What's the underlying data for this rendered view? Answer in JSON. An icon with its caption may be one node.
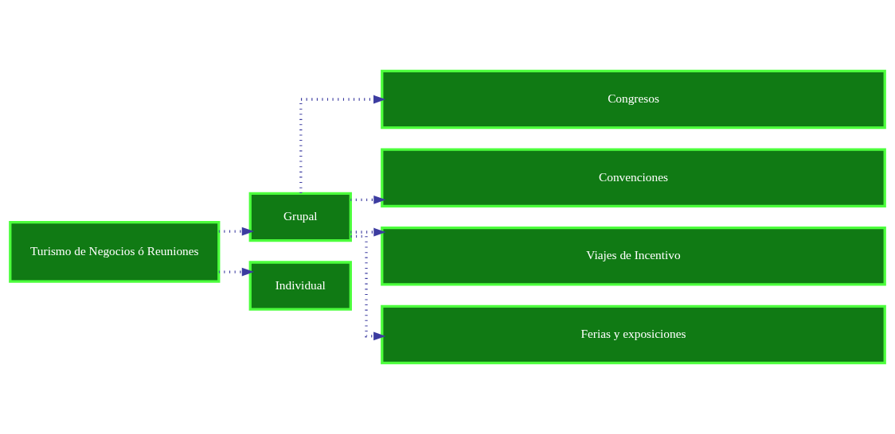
{
  "diagram": {
    "nodes": [
      {
        "text": [
          "Turismo de Negocios ó Reuniones"
        ]
      },
      {
        "text": [
          "Grupal"
        ]
      },
      {
        "text": [
          "Individual"
        ]
      },
      {
        "text": [
          "Congresos"
        ]
      },
      {
        "text": [
          "Convenciones"
        ]
      },
      {
        "text": [
          "Viajes de Incentivo"
        ]
      },
      {
        "text": [
          "Ferias y exposiciones"
        ]
      }
    ],
    "edges": [
      {
        "from": 0,
        "to": 1,
        "arrow": "to"
      },
      {
        "from": 0,
        "to": 2,
        "arrow": "to"
      },
      {
        "from": 1,
        "to": 3,
        "arrow": "to"
      },
      {
        "from": 1,
        "to": 4,
        "arrow": "to"
      },
      {
        "from": 1,
        "to": 5,
        "arrow": "to"
      },
      {
        "from": 1,
        "to": 6,
        "arrow": "to"
      }
    ]
  }
}
